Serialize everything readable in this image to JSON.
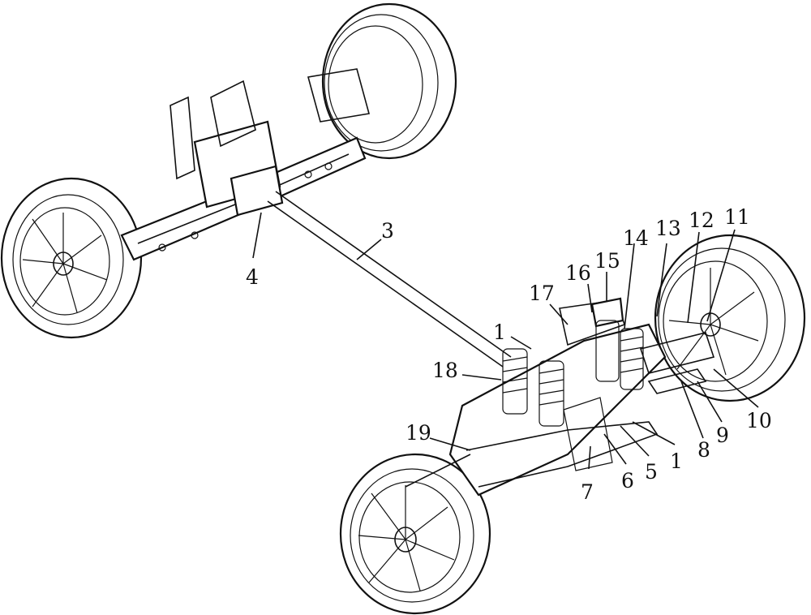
{
  "figure": {
    "callouts": [
      {
        "id": "label-1-upper",
        "text": "1"
      },
      {
        "id": "label-1-lower",
        "text": "1"
      },
      {
        "id": "label-3",
        "text": "3"
      },
      {
        "id": "label-4",
        "text": "4"
      },
      {
        "id": "label-5",
        "text": "5"
      },
      {
        "id": "label-6",
        "text": "6"
      },
      {
        "id": "label-7",
        "text": "7"
      },
      {
        "id": "label-8",
        "text": "8"
      },
      {
        "id": "label-9",
        "text": "9"
      },
      {
        "id": "label-10",
        "text": "10"
      },
      {
        "id": "label-11",
        "text": "11"
      },
      {
        "id": "label-12",
        "text": "12"
      },
      {
        "id": "label-13",
        "text": "13"
      },
      {
        "id": "label-14",
        "text": "14"
      },
      {
        "id": "label-15",
        "text": "15"
      },
      {
        "id": "label-16",
        "text": "16"
      },
      {
        "id": "label-17",
        "text": "17"
      },
      {
        "id": "label-18",
        "text": "18"
      },
      {
        "id": "label-19",
        "text": "19"
      }
    ]
  },
  "colors": {
    "line": "#111111",
    "background": "#ffffff"
  }
}
